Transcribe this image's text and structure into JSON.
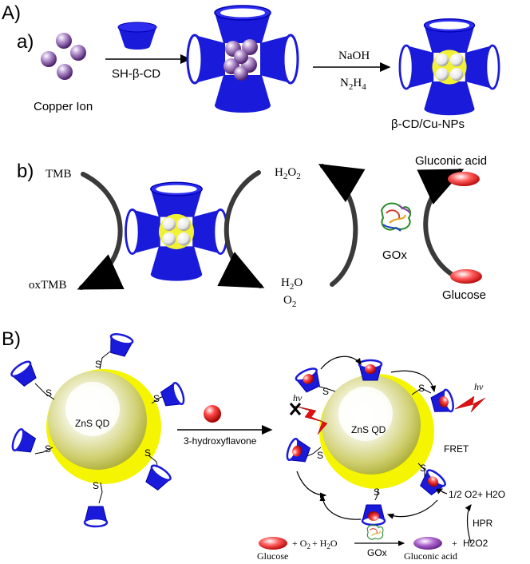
{
  "panel_a_upper": {
    "label": "A)",
    "sub_a": "a)",
    "sub_b": "b)"
  },
  "panel_b_upper": {
    "label": "B)"
  },
  "top_scheme": {
    "copper_ion": "Copper Ion",
    "sh_beta_cd": "SH-β-CD",
    "naoh": "NaOH",
    "n2h4_main": "N",
    "n2h4_sub1": "2",
    "n2h4_mid": "H",
    "n2h4_sub2": "4",
    "product": "β-CD/Cu-NPs"
  },
  "cycle": {
    "tmb": "TMB",
    "oxtmb": "oxTMB",
    "h2o2_h": "H",
    "h2o2_sub1": "2",
    "h2o2_o": "O",
    "h2o2_sub2": "2",
    "h2o_h": "H",
    "h2o_sub": "2",
    "h2o_o": "O",
    "o2_o": "O",
    "o2_sub": "2",
    "gox": "GOx",
    "gluconic_acid": "Gluconic acid",
    "glucose": "Glucose"
  },
  "qd_scheme": {
    "zns_left": "ZnS QD",
    "zns_right": "ZnS QD",
    "s": "S",
    "reagent": "3-hydroxyflavone",
    "hv": "hv",
    "fret": "FRET",
    "hpr": "HPR",
    "half_o2_h2o": "1/2 O2+ H2O",
    "eq_glucose": "Glucose",
    "eq_plus1": "+ O",
    "eq_o2_sub": "2",
    "eq_plus2": "+ H",
    "eq_h2o_sub": "2",
    "eq_h2o_o": "O",
    "eq_gox": "GOx",
    "eq_gluconic": "Gluconic acid",
    "eq_plus3": "+",
    "eq_h2o2": "H2O2"
  },
  "colors": {
    "cd_blue": "#1a1adb",
    "cu_purple": "#7b4a9e",
    "np_yellow": "#f2f233",
    "qd_yellow": "#f5f500",
    "glucose_red": "#e02020",
    "hv_red": "#e01010"
  }
}
